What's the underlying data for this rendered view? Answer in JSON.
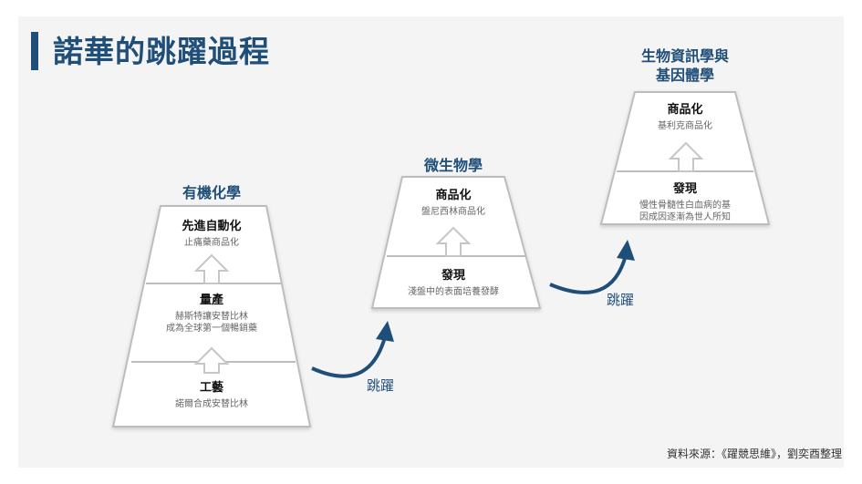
{
  "title": "諾華的跳躍過程",
  "source": "資料來源：《躍競思維》，劉奕酉整理",
  "jump_label": "跳躍",
  "phases": [
    {
      "name": "有機化學",
      "stages": [
        {
          "title": "先進自動化",
          "desc": [
            "止痛藥商品化"
          ]
        },
        {
          "title": "量產",
          "desc": [
            "赫斯特讓安替比林",
            "成為全球第一個暢銷藥"
          ]
        },
        {
          "title": "工藝",
          "desc": [
            "諾爾合成安替比林"
          ]
        }
      ]
    },
    {
      "name": "微生物學",
      "stages": [
        {
          "title": "商品化",
          "desc": [
            "盤尼西林商品化"
          ]
        },
        {
          "title": "發現",
          "desc": [
            "淺盤中的表面培養發酵"
          ]
        }
      ]
    },
    {
      "name_lines": [
        "生物資訊學與",
        "基因體學"
      ],
      "stages": [
        {
          "title": "商品化",
          "desc": [
            "基利克商品化"
          ]
        },
        {
          "title": "發現",
          "desc": [
            "慢性骨髓性白血病的基",
            "因成因逐漸為世人所知"
          ]
        }
      ]
    }
  ],
  "colors": {
    "accent": "#1f4e79",
    "outline": "#bfbfbf",
    "panel": "#f4f4f4"
  }
}
